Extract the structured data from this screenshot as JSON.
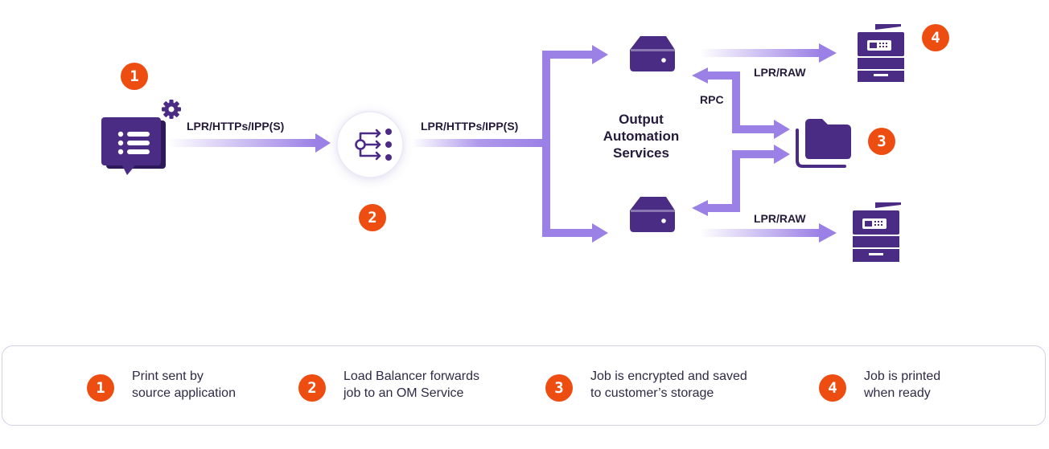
{
  "colors": {
    "purple": "#4b2c85",
    "arrow": "#9b80e6",
    "badge": "#ee4d12"
  },
  "icons": {
    "source": "print-queue-icon",
    "gear": "gear-icon",
    "balancer": "load-balancer-icon",
    "server": "server-icon",
    "folder": "folder-icon",
    "printer": "printer-icon"
  },
  "diagram": {
    "protocol_source": "LPR/HTTPs/IPP(S)",
    "protocol_balancer": "LPR/HTTPs/IPP(S)",
    "protocol_top_printer": "LPR/RAW",
    "protocol_bottom_printer": "LPR/RAW",
    "rpc": "RPC",
    "center_title": "Output\nAutomation\nServices",
    "badges": {
      "source": "1",
      "balancer": "2",
      "storage": "3",
      "printer": "4"
    }
  },
  "legend": {
    "items": [
      {
        "badge": "1",
        "text": "Print sent by\nsource application"
      },
      {
        "badge": "2",
        "text": "Load Balancer forwards\njob to an OM Service"
      },
      {
        "badge": "3",
        "text": "Job is encrypted and saved\nto customer’s storage"
      },
      {
        "badge": "4",
        "text": "Job is printed\nwhen ready"
      }
    ]
  }
}
